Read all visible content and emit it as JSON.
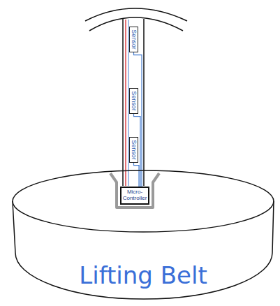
{
  "diagram": {
    "nodes": [
      {
        "text": [
          "Sensor"
        ]
      },
      {
        "text": [
          "Sensor"
        ]
      },
      {
        "text": [
          "Sensor"
        ]
      },
      {
        "text": [
          "Micro-Controller"
        ]
      },
      {
        "text": [
          "Lifting Belt"
        ]
      }
    ],
    "edges": [
      {
        "from": 0,
        "to": 3,
        "arrow": "none"
      },
      {
        "from": 1,
        "to": 3,
        "arrow": "none"
      },
      {
        "from": 2,
        "to": 3,
        "arrow": "none"
      }
    ]
  }
}
